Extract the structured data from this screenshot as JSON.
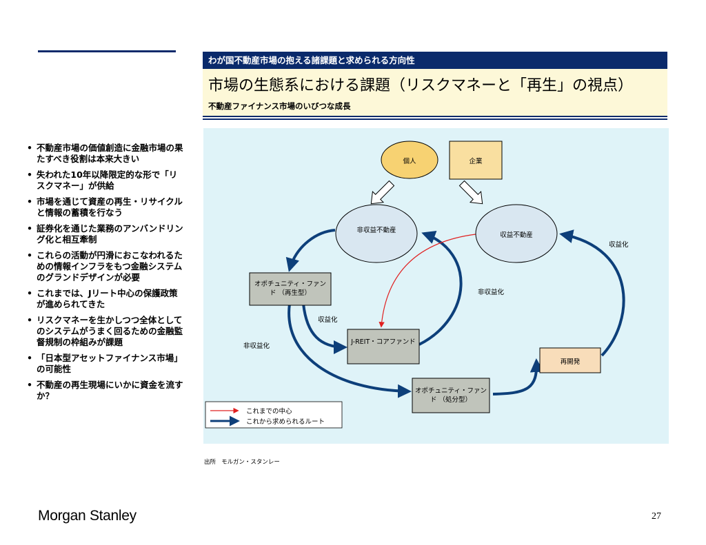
{
  "header": {
    "bar_text": "わが国不動産市場の抱える諸課題と求められる方向性",
    "title": "市場の生態系における課題（リスクマネーと「再生」の視点）",
    "subtitle": "不動産ファイナンス市場のいびつな成長"
  },
  "bullets": [
    "不動産市場の価値創造に金融市場の果たすべき役割は本来大きい",
    "失われた10年以降限定的な形で「リスクマネー」が供給",
    "市場を通じて資産の再生・リサイクルと情報の蓄積を行なう",
    "証券化を通じた業務のアンバンドリング化と相互牽制",
    "これらの活動が円滑におこなわれるための情報インフラをもつ金融システムのグランドデザインが必要",
    "これまでは、Jリート中心の保護政策が進められてきた",
    "リスクマネーを生かしつつ全体としてのシステムがうまく回るための金融監督規制の枠組みが課題",
    "「日本型アセットファイナンス市場」の可能性",
    "不動産の再生現場にいかに資金を流すか？"
  ],
  "diagram": {
    "nodes": {
      "individual": "個人",
      "corporate": "企業",
      "non_income_property": "非収益不動産",
      "income_property": "収益不動産",
      "opportunity_fund_regen": "オポチュニティ・ファンド （再生型）",
      "jreit_core": "J-REIT・コアファンド",
      "redevelopment": "再開発",
      "opportunity_fund_disposal": "オポチュニティ・ファンド （処分型）"
    },
    "edge_labels": {
      "monetize_right": "収益化",
      "non_monetize_mid": "非収益化",
      "monetize_mid": "収益化",
      "non_monetize_left": "非収益化"
    },
    "legend": {
      "past_core": "これまでの中心",
      "future_route": "これから求められるルート"
    },
    "colors": {
      "background": "#dff3f8",
      "blue_route": "#0d3f7a",
      "red_route": "#e02020",
      "ellipse_fill": "#d9e7f1",
      "gray_box": "#c0c4bb",
      "person_fill": "#f7d272",
      "corp_fill": "#f9dfa0",
      "redev_fill": "#f8ddba"
    }
  },
  "footer": {
    "source_label": "出所",
    "source": "モルガン・スタンレー",
    "logo": "Morgan Stanley",
    "page_number": "27"
  }
}
